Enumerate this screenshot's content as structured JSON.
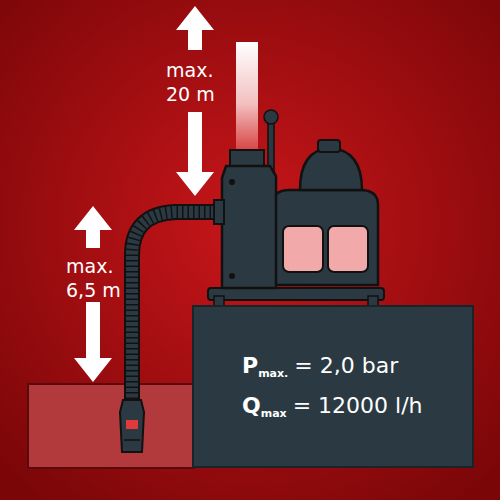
{
  "diagram": {
    "nodes": [
      {
        "text": [
          "P",
          "max.",
          "= 2,0 bar",
          "Q",
          "max",
          "= 12000 l/h"
        ]
      }
    ],
    "labels": [
      "max. 20 m",
      "max. 6,5 m"
    ]
  }
}
